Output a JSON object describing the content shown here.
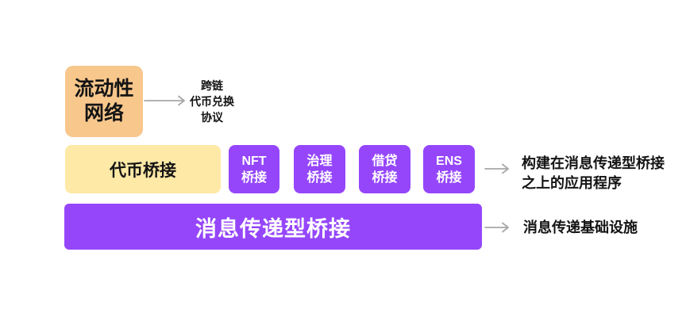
{
  "colors": {
    "background": "#FFFFFF",
    "orange_box": "#F8C78C",
    "yellow_box": "#FEE9A6",
    "purple_box": "#9546FA",
    "arrow": "#A8A8A8",
    "text_dark": "#141414",
    "text_light": "#FFFFFF"
  },
  "diagram": {
    "row1": {
      "box_label": "流动性\n网络",
      "note": "跨链\n代币兑换\n协议"
    },
    "row2": {
      "token_bridge_label": "代币桥接",
      "app_boxes": [
        {
          "label": "NFT\n桥接"
        },
        {
          "label": "治理\n桥接"
        },
        {
          "label": "借贷\n桥接"
        },
        {
          "label": "ENS\n桥接"
        }
      ],
      "note": "构建在消息传递型桥接\n之上的应用程序"
    },
    "row3": {
      "box_label": "消息传递型桥接",
      "note": "消息传递基础设施"
    }
  }
}
